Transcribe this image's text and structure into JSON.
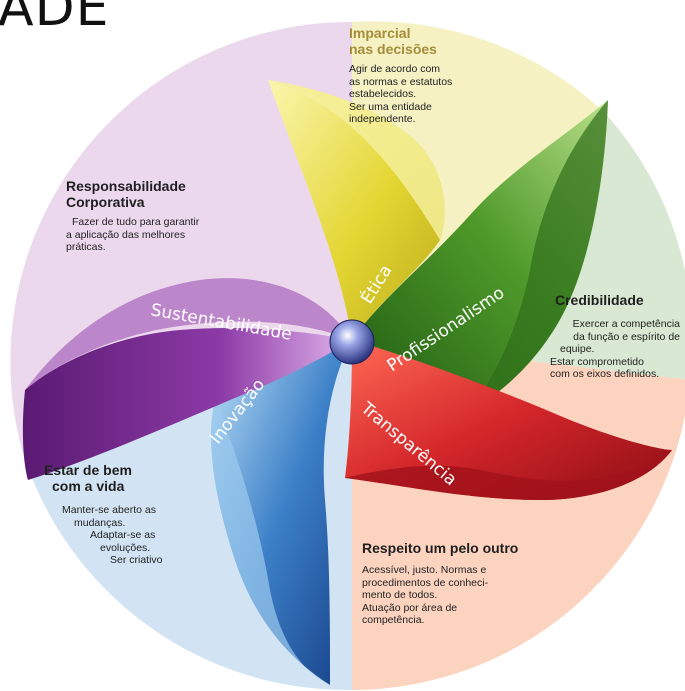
{
  "header": {
    "title_fragment": "ADE"
  },
  "petals": {
    "etica": "Ética",
    "profissionalismo": "Profissionalismo",
    "transparencia": "Transparência",
    "inovacao": "Inovação",
    "sustentabilidade": "Sustentabilidade"
  },
  "sections": {
    "imparcial": {
      "title_line1": "Imparcial",
      "title_line2": "nas decisões",
      "lines": [
        "Agir de acordo com",
        "as normas e estatutos",
        "estabelecidos.",
        "Ser uma entidade",
        "independente."
      ]
    },
    "credibilidade": {
      "title_line1": "Credibilidade",
      "lines": [
        "Exercer a competência",
        "da função e espírito de",
        "equipe.",
        "Estar comprometido",
        "com os eixos definidos."
      ]
    },
    "respeito": {
      "title_line1": "Respeito um pelo outro",
      "lines": [
        "Acessível, justo. Normas e",
        "procedimentos de conheci-",
        "mento de todos.",
        "Atuação por área de",
        "competência."
      ]
    },
    "bem_vida": {
      "title_line1": "Estar de bem",
      "title_line2": "com a vida",
      "lines": [
        "Manter-se aberto as",
        "mudanças.",
        "Adaptar-se as",
        "evoluções.",
        "Ser criativo"
      ]
    },
    "responsabilidade": {
      "title_line1": "Responsabilidade",
      "title_line2": "Corporativa",
      "lines": [
        "Fazer de tudo para garantir",
        "a aplicação das melhores",
        "práticas."
      ]
    }
  },
  "colors": {
    "yellow": "#e6dc3c",
    "green": "#4f8f2a",
    "red": "#c8232a",
    "blue": "#2f6fb8",
    "purple": "#6e2a86"
  }
}
